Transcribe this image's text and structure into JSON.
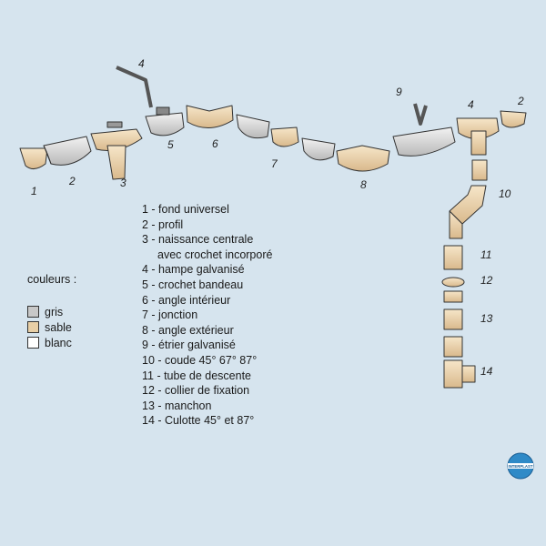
{
  "legend": [
    "1 - fond universel",
    "2 - profil",
    "3 - naissance centrale",
    "avec crochet incorporé",
    "4 - hampe galvanisé",
    "5 - crochet bandeau",
    "6 - angle intérieur",
    "7 - jonction",
    "8 - angle extérieur",
    "9 - étrier galvanisé",
    "10 - coude 45° 67° 87°",
    "11 - tube de descente",
    "12 - collier de fixation",
    "13 - manchon",
    "14 - Culotte 45° et 87°"
  ],
  "numbers": [
    "1",
    "2",
    "3",
    "4",
    "5",
    "6",
    "7",
    "8",
    "9",
    "4",
    "2",
    "10",
    "11",
    "12",
    "13",
    "14"
  ],
  "colors": {
    "title": "couleurs :",
    "items": [
      {
        "label": "gris",
        "hex": "#c8c8c8"
      },
      {
        "label": "sable",
        "hex": "#e8cfa6"
      },
      {
        "label": "blanc",
        "hex": "#ffffff"
      }
    ]
  },
  "logo": "INTERPLAST",
  "palette": {
    "background": "#d6e4ee",
    "sand": "#ecd3ad",
    "grey": "#d8d8d8",
    "outline": "#333333"
  }
}
